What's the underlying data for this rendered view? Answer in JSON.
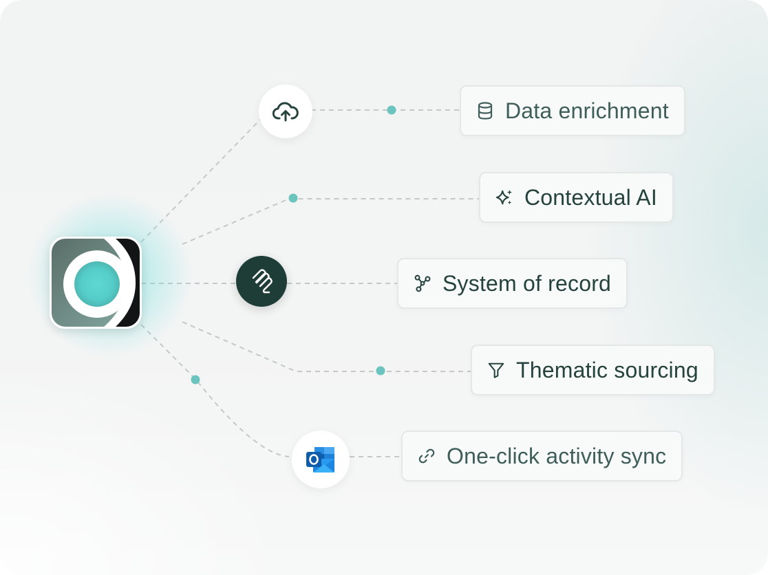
{
  "brand": {
    "accent": "#5edad7",
    "dark_teal": "#1f3d37",
    "text_color": "#3f5e59"
  },
  "hub": {
    "icon": "app-logo-icon"
  },
  "integrations": [
    {
      "icon": "cloud-upload-icon"
    },
    {
      "icon": "notion-style-app-icon"
    },
    {
      "icon": "outlook-icon"
    }
  ],
  "features": [
    {
      "icon": "database-icon",
      "label": "Data enrichment"
    },
    {
      "icon": "sparkles-icon",
      "label": "Contextual AI"
    },
    {
      "icon": "graph-nodes-icon",
      "label": "System of record"
    },
    {
      "icon": "filter-icon",
      "label": "Thematic sourcing"
    },
    {
      "icon": "link-icon",
      "label": "One-click activity sync"
    }
  ]
}
